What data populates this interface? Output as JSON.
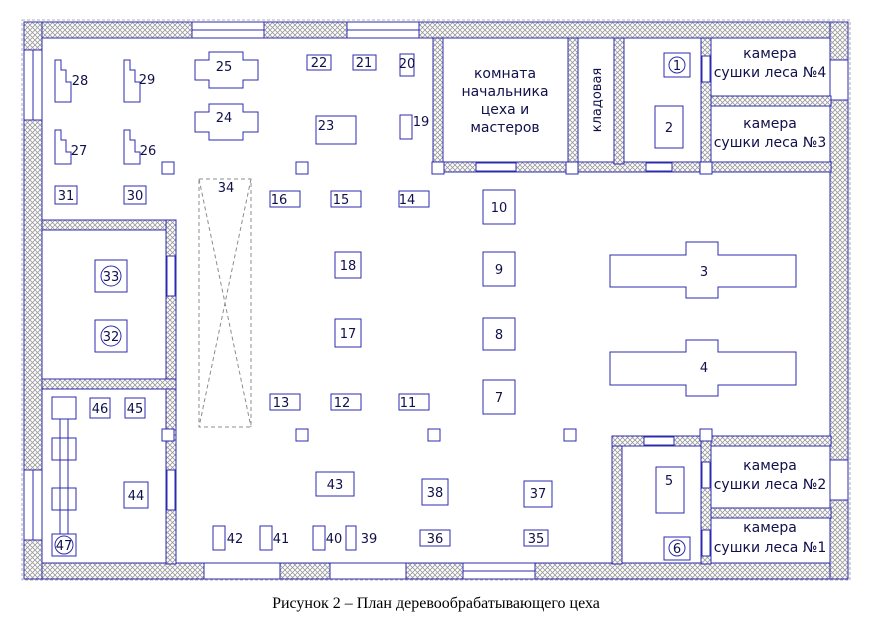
{
  "colors": {
    "line": "#2b2bb0",
    "wall_hatch": "#9a9a9a",
    "text": "#10104a",
    "dashed": "#8c8c8c"
  },
  "rooms": {
    "office": [
      "комната",
      "начальника",
      "цеха и",
      "мастеров"
    ],
    "storage": "кладовая",
    "kiln4": [
      "камера",
      "сушки леса №4"
    ],
    "kiln3": [
      "камера",
      "сушки леса №3"
    ],
    "kiln2": [
      "камера",
      "сушки леса №2"
    ],
    "kiln1": [
      "камера",
      "сушки леса №1"
    ]
  },
  "equipment": {
    "n1": "1",
    "n2": "2",
    "n3": "3",
    "n4": "4",
    "n5": "5",
    "n6": "6",
    "n7": "7",
    "n8": "8",
    "n9": "9",
    "n10": "10",
    "n11": "11",
    "n12": "12",
    "n13": "13",
    "n14": "14",
    "n15": "15",
    "n16": "16",
    "n17": "17",
    "n18": "18",
    "n19": "19",
    "n20": "20",
    "n21": "21",
    "n22": "22",
    "n23": "23",
    "n24": "24",
    "n25": "25",
    "n26": "26",
    "n27": "27",
    "n28": "28",
    "n29": "29",
    "n30": "30",
    "n31": "31",
    "n32": "32",
    "n33": "33",
    "n34": "34",
    "n35": "35",
    "n36": "36",
    "n37": "37",
    "n38": "38",
    "n39": "39",
    "n40": "40",
    "n41": "41",
    "n42": "42",
    "n43": "43",
    "n44": "44",
    "n45": "45",
    "n46": "46",
    "n47": "47"
  },
  "caption": "Рисунок 2 – План деревообрабатывающего цеха"
}
